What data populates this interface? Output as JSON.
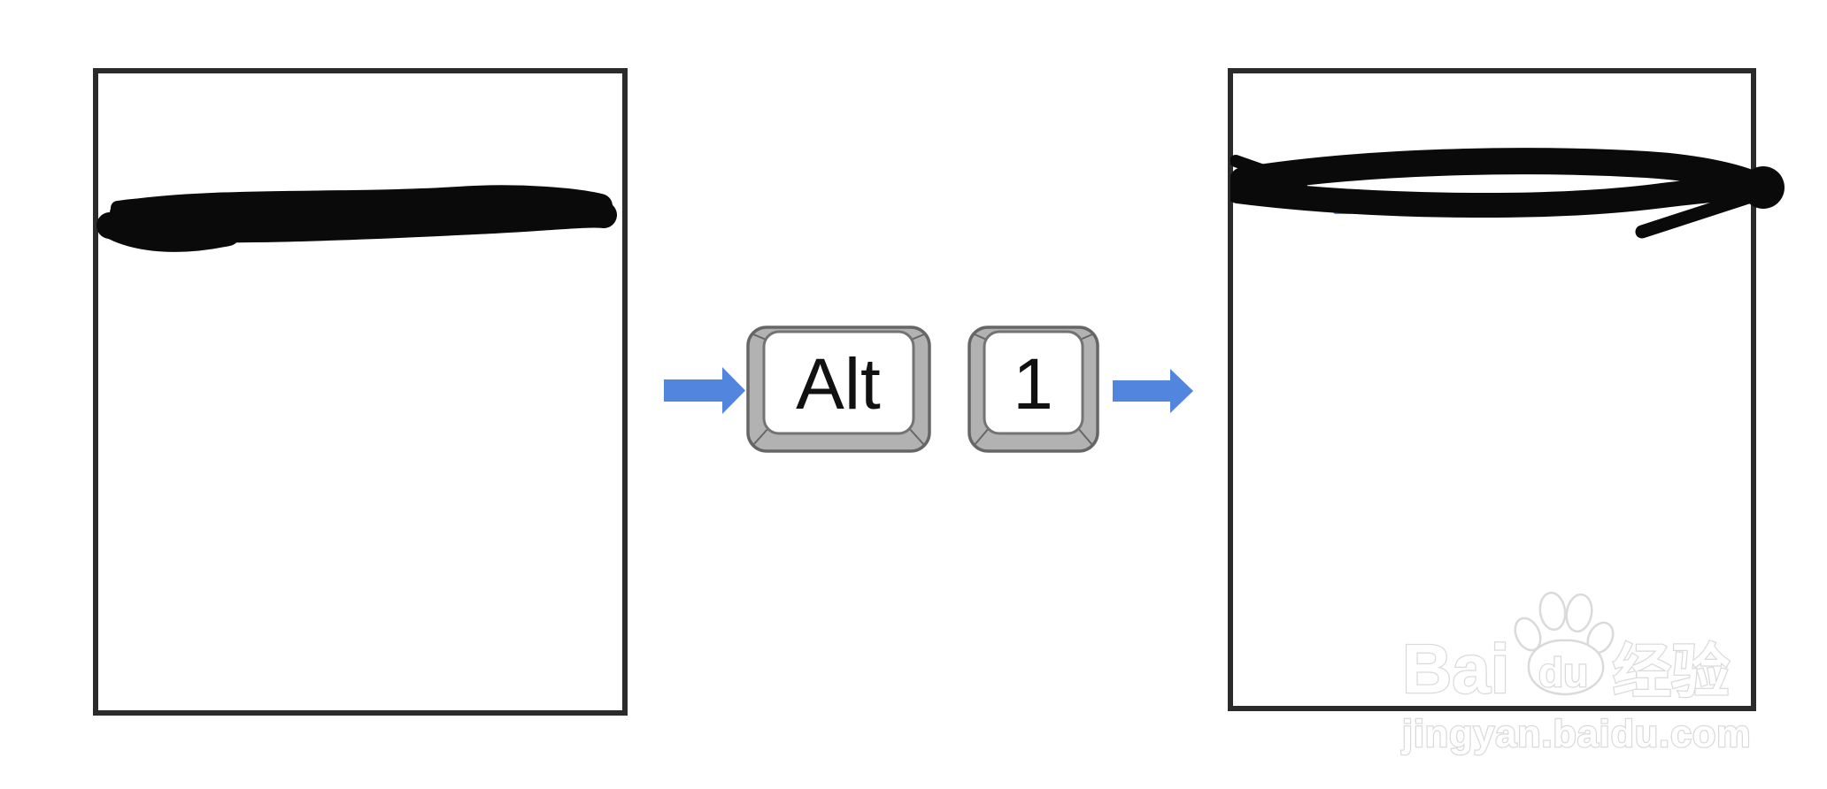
{
  "illustration": {
    "left_page": {
      "content": "redacted-text-scribble"
    },
    "right_page": {
      "content": "redacted-text-scribble"
    },
    "shortcut_keys": [
      {
        "label": "Alt"
      },
      {
        "label": "1"
      }
    ],
    "flow": "left page → press Alt + 1 → right page"
  },
  "watermark": {
    "brand": "Bai",
    "brand_du": "du",
    "brand_cn": "经验",
    "url": "jingyan.baidu.com"
  },
  "colors": {
    "page_border": "#2b2b2b",
    "arrow_blue": "#5285dd",
    "key_side_gray": "#b2b2b2",
    "key_border_gray": "#666666",
    "key_face_white": "#ffffff",
    "scribble_black": "#0a0a0a",
    "peek_blue": "#4a86e8",
    "watermark_gray": "#d9d9d9"
  }
}
